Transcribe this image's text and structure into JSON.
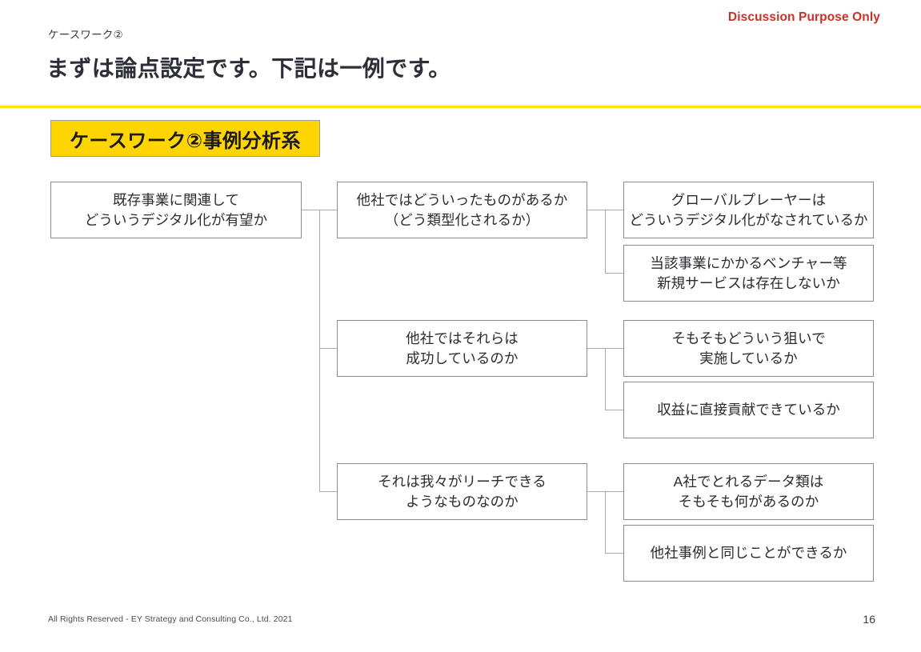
{
  "header": {
    "notice": "Discussion Purpose Only",
    "notice_color": "#c8322a",
    "eyebrow": "ケースワーク②",
    "title": "まずは論点設定です。下記は一例です。",
    "rule_color": "#ffe600"
  },
  "section": {
    "badge_label": "ケースワーク②事例分析系",
    "badge_fill": "#ffd500",
    "badge_border": "#9a9aa2"
  },
  "tree": {
    "line_color": "#a9a9b2",
    "box_border": "#8a8a93",
    "root": {
      "label": "既存事業に関連して\nどういうデジタル化が有望か"
    },
    "branches": [
      {
        "label": "他社ではどういったものがあるか\n（どう類型化されるか）",
        "children": [
          {
            "label": "グローバルプレーヤーは\nどういうデジタル化がなされているか"
          },
          {
            "label": "当該事業にかかるベンチャー等\n新規サービスは存在しないか"
          }
        ]
      },
      {
        "label": "他社ではそれらは\n成功しているのか",
        "children": [
          {
            "label": "そもそもどういう狙いで\n実施しているか"
          },
          {
            "label": "収益に直接貢献できているか"
          }
        ]
      },
      {
        "label": "それは我々がリーチできる\nようなものなのか",
        "children": [
          {
            "label": "A社でとれるデータ類は\nそもそも何があるのか"
          },
          {
            "label": "他社事例と同じことができるか"
          }
        ]
      }
    ]
  },
  "footer": {
    "copyright": "All Rights Reserved - EY Strategy and Consulting Co., Ltd.  2021",
    "page_number": "16"
  }
}
